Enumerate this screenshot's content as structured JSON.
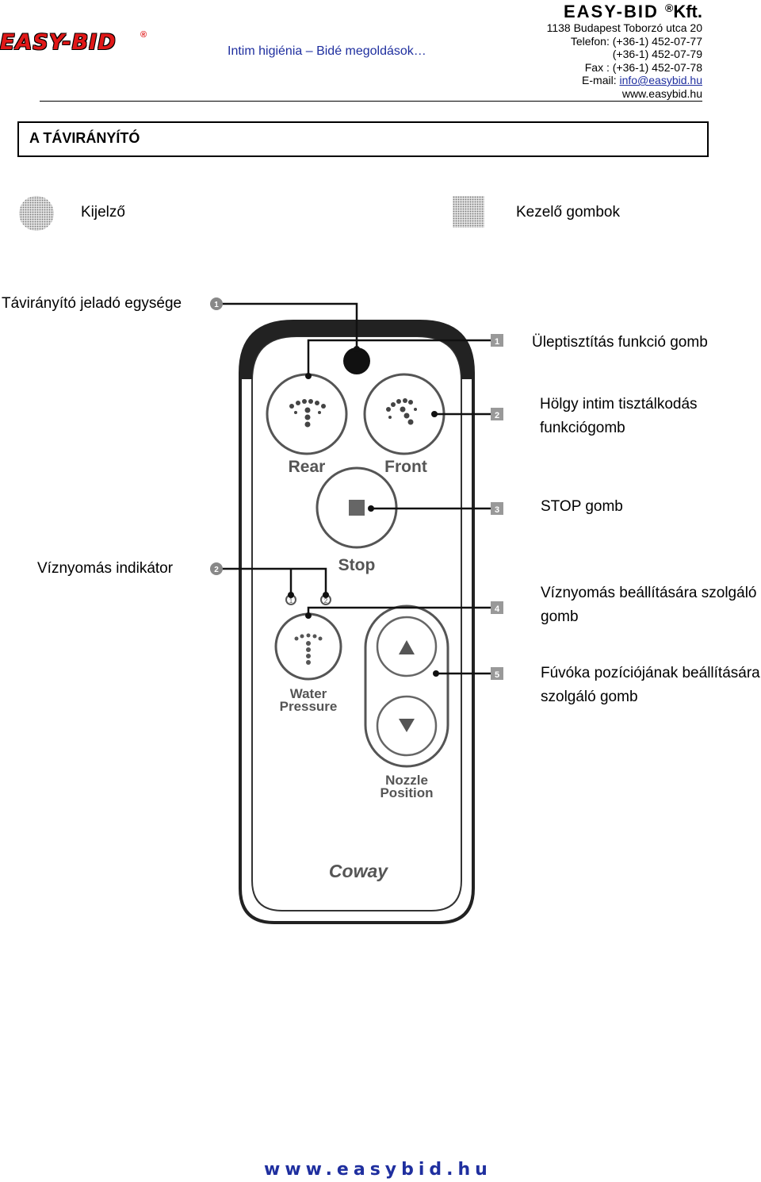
{
  "header": {
    "logo_text": "EASY-BID",
    "logo_mark": "®",
    "tagline": "Intim higiénia – Bidé megoldások…",
    "company_name": "EASY-BID",
    "company_mark": "®",
    "company_suffix": "Kft.",
    "address": "1138 Budapest Toborzó utca 20",
    "phone_1": "Telefon: (+36-1) 452-07-77",
    "phone_2": "(+36-1) 452-07-79",
    "fax": "Fax : (+36-1) 452-07-78",
    "email_label": "E-mail:",
    "email": "info@easybid.hu",
    "website": "www.easybid.hu"
  },
  "section_title": "A TÁVIRÁNYÍTÓ",
  "legend": {
    "display_label": "Kijelző",
    "buttons_label": "Kezelő gombok"
  },
  "labels": {
    "transmitter": "Távirányító jeladó egysége",
    "bottom_wash": "Üleptisztítás funkció gomb",
    "lady_wash_1": "Hölgy intim tisztálkodás",
    "lady_wash_2": "funkciógomb",
    "stop": "STOP gomb",
    "pressure_indicator": "Víznyomás indikátor",
    "pressure_button_1": "Víznyomás beállítására szolgáló",
    "pressure_button_2": "gomb",
    "nozzle_button_1": "Fúvóka pozíciójának beállítására",
    "nozzle_button_2": "szolgáló gomb"
  },
  "remote": {
    "rear": "Rear",
    "front": "Front",
    "stop": "Stop",
    "water": "Water",
    "pressure": "Pressure",
    "nozzle": "Nozzle",
    "position": "Position",
    "brand": "Coway",
    "callout_1": "1",
    "callout_2": "2",
    "callout_3": "3",
    "callout_4": "4",
    "callout_5": "5",
    "round_1": "1",
    "round_2": "2",
    "icons": [
      "rear-wash-icon",
      "front-wash-icon",
      "stop-square-icon",
      "water-pressure-icon",
      "arrow-up-icon",
      "arrow-down-icon"
    ]
  },
  "footer": "www.easybid.hu"
}
